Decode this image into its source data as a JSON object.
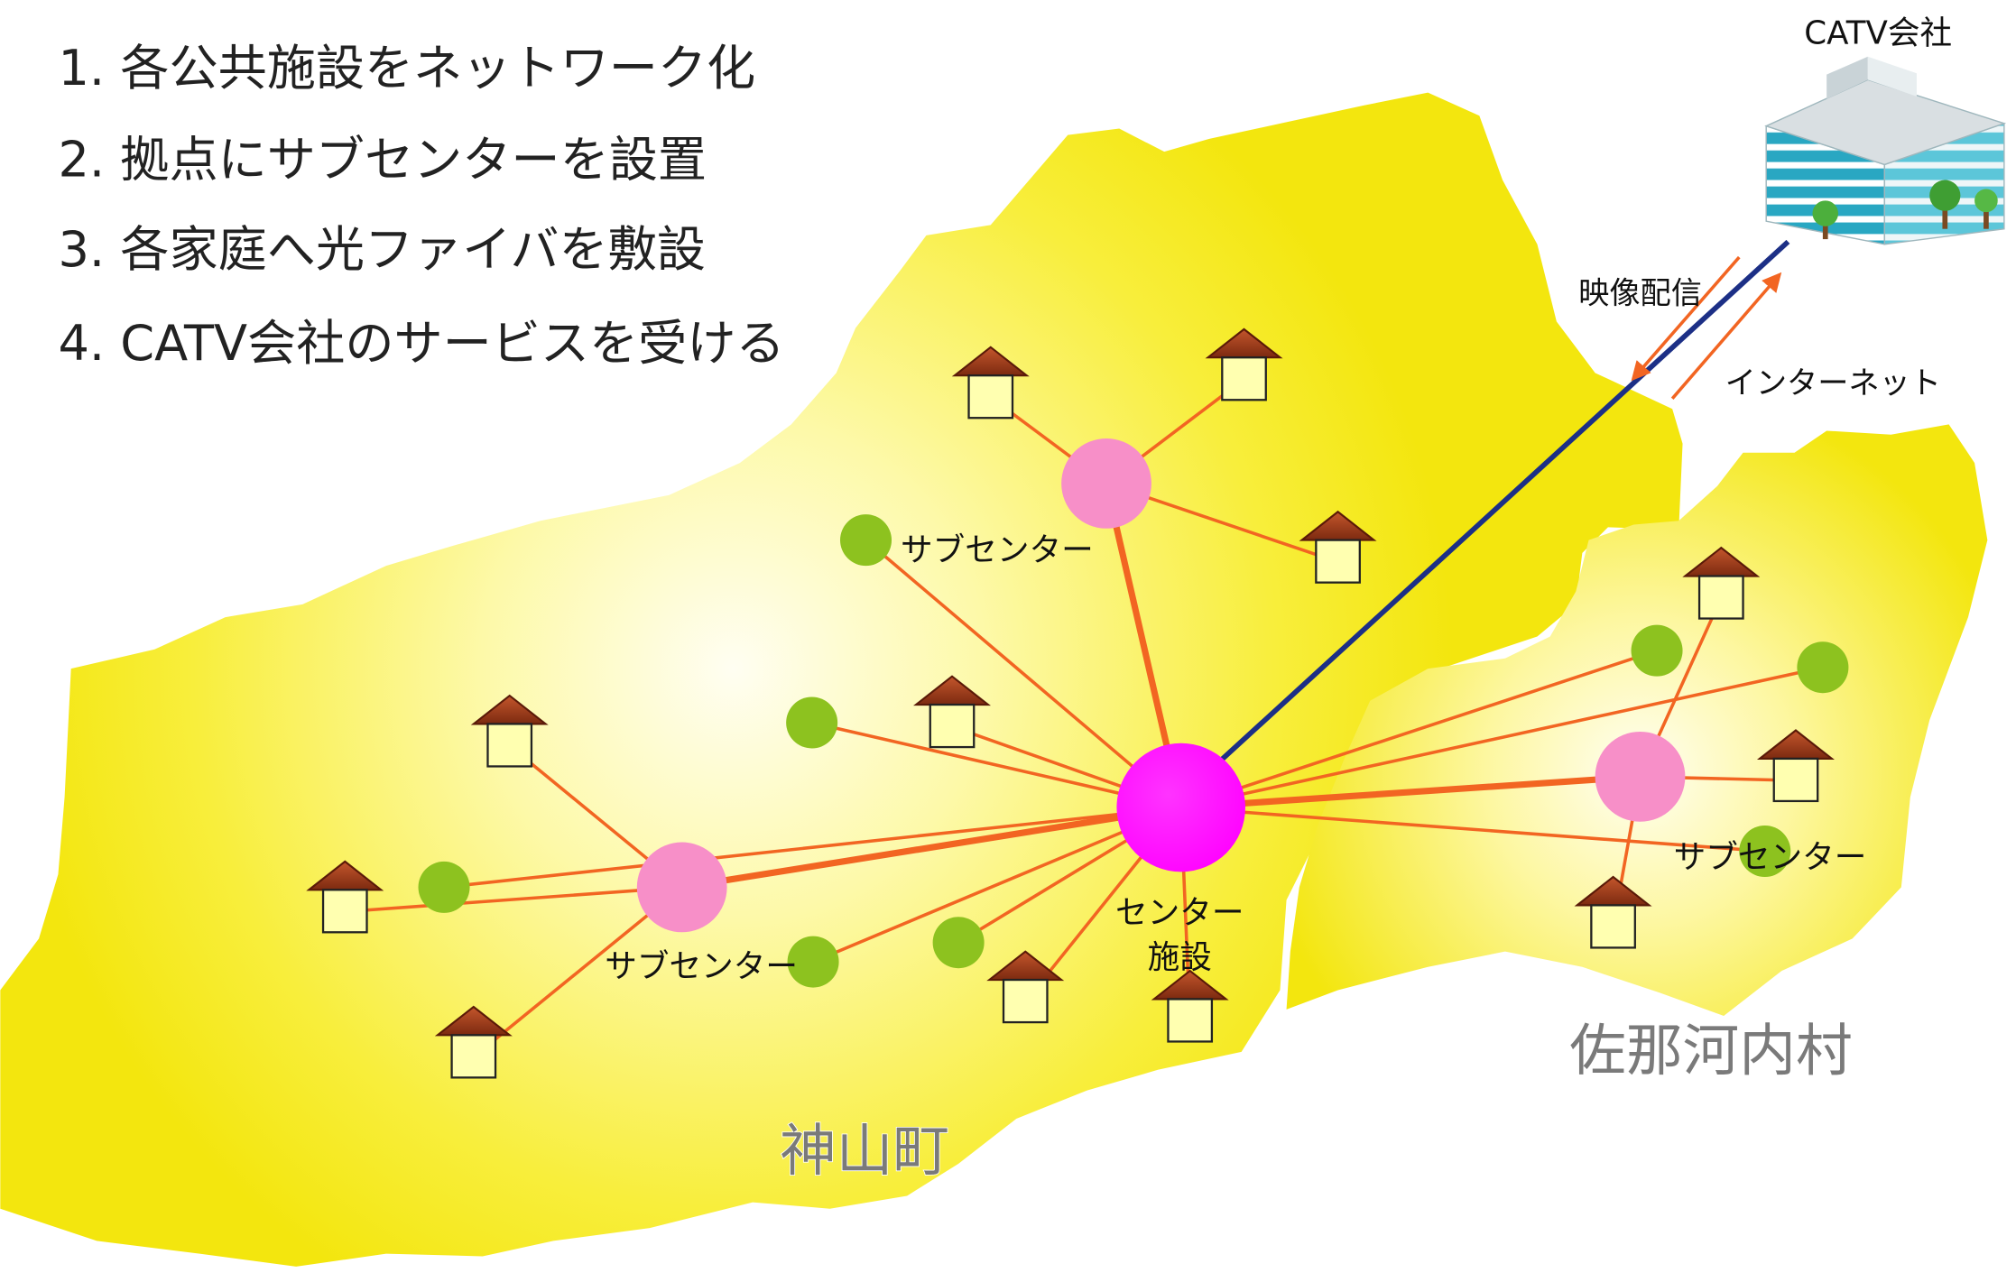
{
  "steps": [
    "1. 各公共施設をネットワーク化",
    "2. 拠点にサブセンターを設置",
    "3. 各家庭へ光ファイバを敷設",
    "4. CATV会社のサービスを受ける"
  ],
  "provider": {
    "label": "CATV会社",
    "icon": "office-building-icon"
  },
  "flows": {
    "downstream": "映像配信",
    "upstream": "インターネット"
  },
  "center_facility": {
    "line1": "センター",
    "line2": "施設"
  },
  "subcenters": [
    {
      "label": "サブセンター"
    },
    {
      "label": "サブセンター"
    },
    {
      "label": "サブセンター"
    }
  ],
  "regions": {
    "kamiyama": "神山町",
    "sanagochi": "佐那河内村"
  },
  "colors": {
    "center": "#ff00ff",
    "subcenter": "#f78fc8",
    "public_facility": "#8dc21f",
    "fiber": "#f26522",
    "backbone": "#1c2f86",
    "region": "#f5ea14",
    "house_roof": "#a3401c",
    "house_body": "#ffffb0"
  }
}
